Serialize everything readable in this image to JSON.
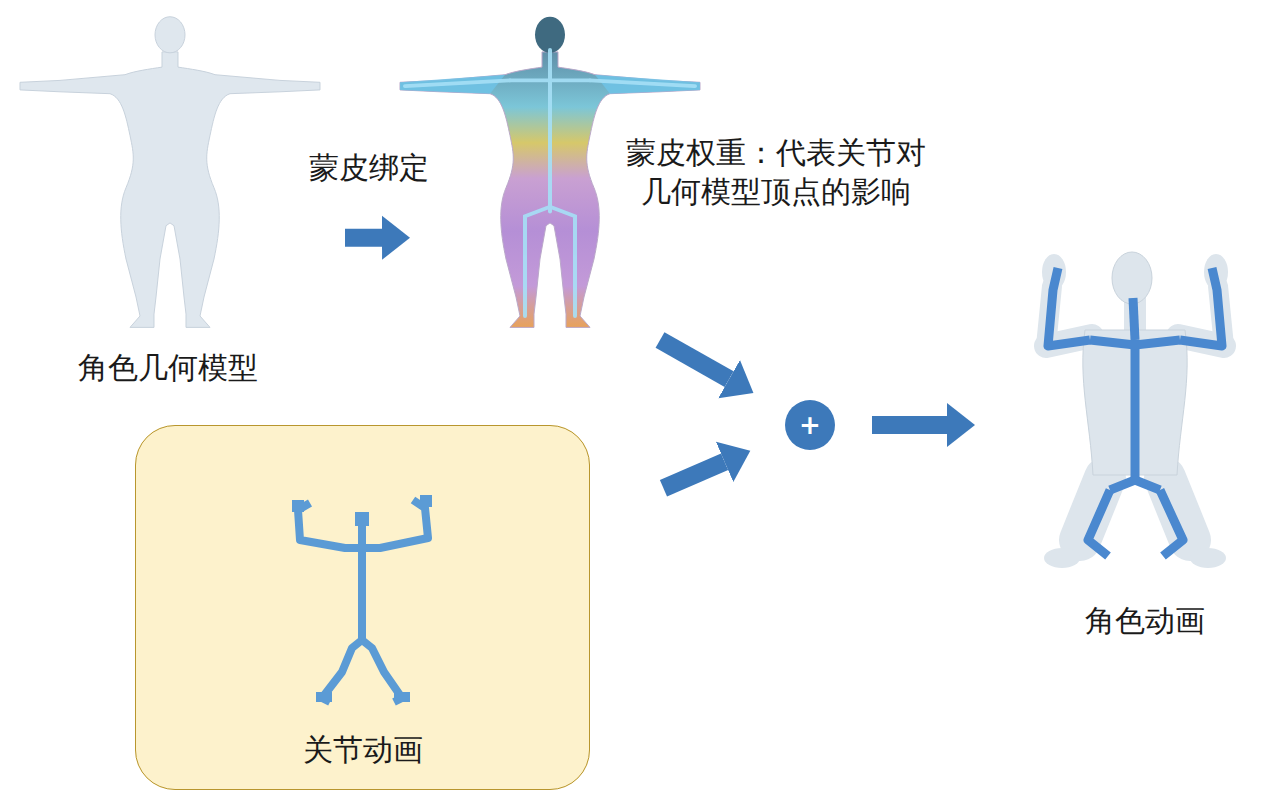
{
  "diagram": {
    "nodes": [
      {
        "text": [
          "角色几何模型"
        ]
      },
      {
        "text": [
          "蒙皮权重：代表关节对 几何模型顶点的影响"
        ]
      },
      {
        "text": [
          "关节动画"
        ]
      },
      {
        "text": [
          "+"
        ]
      },
      {
        "text": [
          "角色动画"
        ]
      }
    ],
    "edges": [
      {
        "from": 0,
        "to": 1,
        "arrow": "to",
        "label": "蒙皮绑定"
      },
      {
        "from": 1,
        "to": 3,
        "arrow": "to"
      },
      {
        "from": 2,
        "to": 3,
        "arrow": "to"
      },
      {
        "from": 3,
        "to": 4,
        "arrow": "to"
      }
    ]
  }
}
